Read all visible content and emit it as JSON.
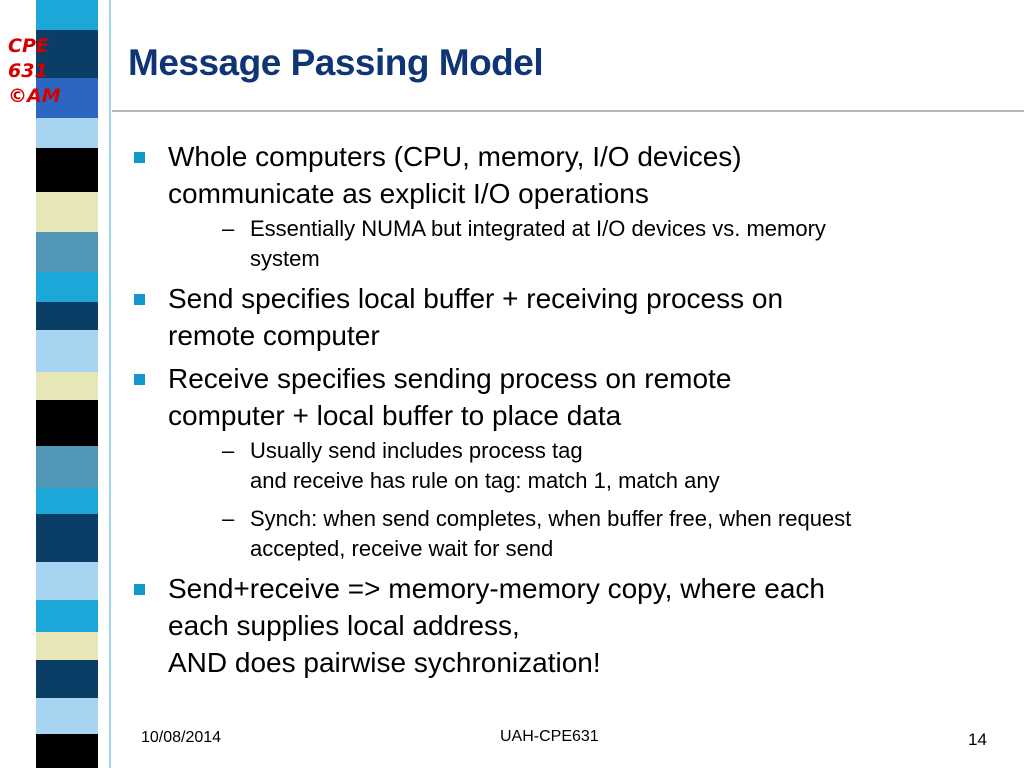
{
  "logo": {
    "line1": "CPE",
    "line2": "631",
    "line3": "©AM",
    "color": "#d40000"
  },
  "title": "Message Passing Model",
  "bullets": [
    {
      "lines": [
        "Whole computers (CPU, memory, I/O devices)",
        "communicate as explicit I/O operations"
      ],
      "subs": [
        {
          "lines": [
            "Essentially NUMA but integrated at I/O devices vs. memory",
            "system"
          ]
        }
      ]
    },
    {
      "lines": [
        "Send specifies local buffer + receiving process on",
        "remote computer"
      ]
    },
    {
      "lines": [
        "Receive specifies sending process on remote",
        "computer + local buffer to place data"
      ],
      "subs": [
        {
          "lines": [
            "Usually send includes process tag",
            "and receive has rule on tag: match 1, match any"
          ]
        },
        {
          "lines": [
            "Synch: when send completes, when buffer free, when request",
            "accepted, receive wait for send"
          ]
        }
      ]
    },
    {
      "lines": [
        "Send+receive => memory-memory copy, where each",
        "each supplies local address,",
        "AND does pairwise sychronization!"
      ]
    }
  ],
  "footer": {
    "date": "10/08/2014",
    "center": "UAH-CPE631",
    "page": "14"
  },
  "colors": {
    "title": "#0f3577",
    "bullet": "#1199cc",
    "stripe_dark": "#0a3e66",
    "stripe_teal": "#4f97b5",
    "stripe_cyan": "#1ba8d8",
    "stripe_cream": "#e6e6b7",
    "stripe_light": "#a7d4f0",
    "stripe_blue": "#2d66c2"
  }
}
